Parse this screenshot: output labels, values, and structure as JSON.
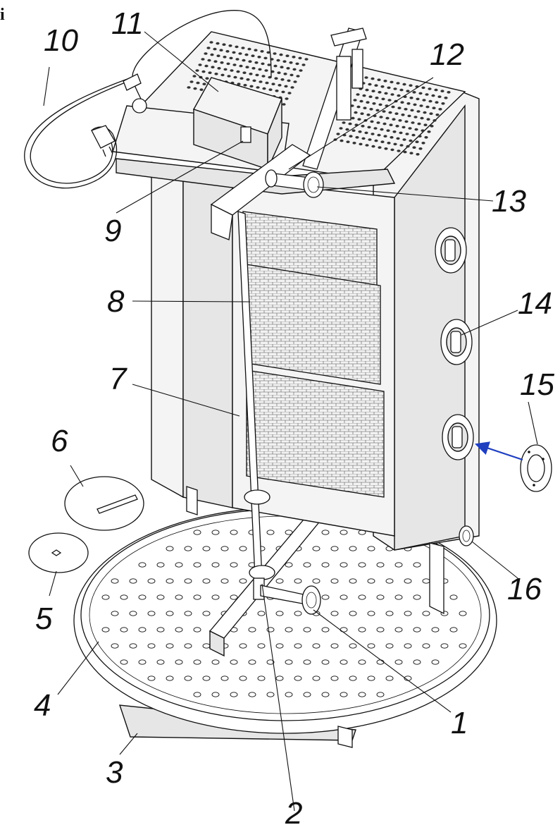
{
  "figure": {
    "corner_mark": "i",
    "callouts": [
      {
        "id": "1",
        "label": "1"
      },
      {
        "id": "2",
        "label": "2"
      },
      {
        "id": "3",
        "label": "3"
      },
      {
        "id": "4",
        "label": "4"
      },
      {
        "id": "5",
        "label": "5"
      },
      {
        "id": "6",
        "label": "6"
      },
      {
        "id": "7",
        "label": "7"
      },
      {
        "id": "8",
        "label": "8"
      },
      {
        "id": "9",
        "label": "9"
      },
      {
        "id": "10",
        "label": "10"
      },
      {
        "id": "11",
        "label": "11"
      },
      {
        "id": "12",
        "label": "12"
      },
      {
        "id": "13",
        "label": "13"
      },
      {
        "id": "14",
        "label": "14"
      },
      {
        "id": "15",
        "label": "15"
      },
      {
        "id": "16",
        "label": "16"
      }
    ],
    "arrow_color": "#1f3fbf",
    "line_color": "#111111"
  }
}
